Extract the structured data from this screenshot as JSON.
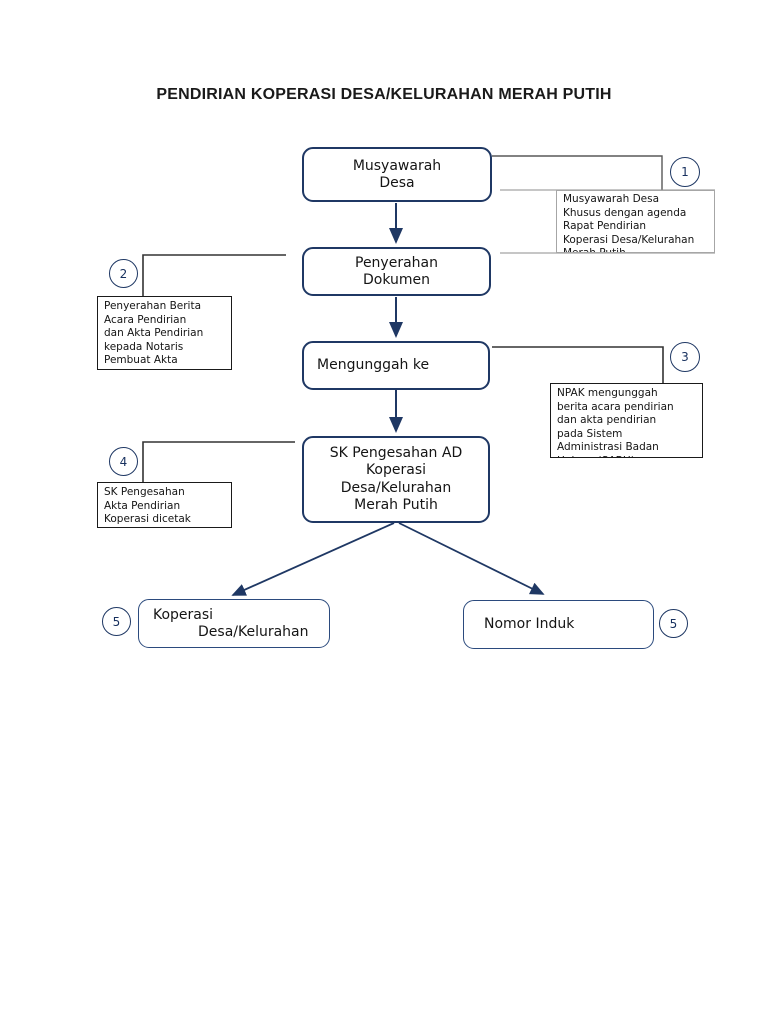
{
  "title": "PENDIRIAN KOPERASI DESA/KELURAHAN MERAH PUTIH",
  "nodes": {
    "musyawarah": "Musyawarah\nDesa",
    "penyerahan": "Penyerahan\nDokumen",
    "mengunggah": "Mengunggah ke",
    "sk": "SK Pengesahan AD\nKoperasi\nDesa/Kelurahan\nMerah Putih",
    "koperasi_line1": "Koperasi",
    "koperasi_line2": "Desa/Kelurahan",
    "nomor": "Nomor Induk"
  },
  "callouts": {
    "c1": {
      "number": "1",
      "text": "Musyawarah Desa\nKhusus dengan agenda\nRapat Pendirian\nKoperasi Desa/Kelurahan\nMerah Putih"
    },
    "c2": {
      "number": "2",
      "text": "Penyerahan Berita\nAcara Pendirian\ndan Akta Pendirian\nkepada Notaris\nPembuat Akta\nKoperasi (NPAK)"
    },
    "c3": {
      "number": "3",
      "text": "NPAK mengunggah\nberita acara pendirian\ndan akta pendirian\npada Sistem\nAdministrasi Badan\nHukum (SABH)"
    },
    "c4": {
      "number": "4",
      "text": "SK Pengesahan\nAkta Pendirian\nKoperasi dicetak\noleh NPAK"
    },
    "c5_left": {
      "number": "5"
    },
    "c5_right": {
      "number": "5"
    }
  },
  "colors": {
    "accent_navy": "#1f3864",
    "callout_line": "#3a3a3a",
    "callout1_border": "#a6a6a6"
  }
}
